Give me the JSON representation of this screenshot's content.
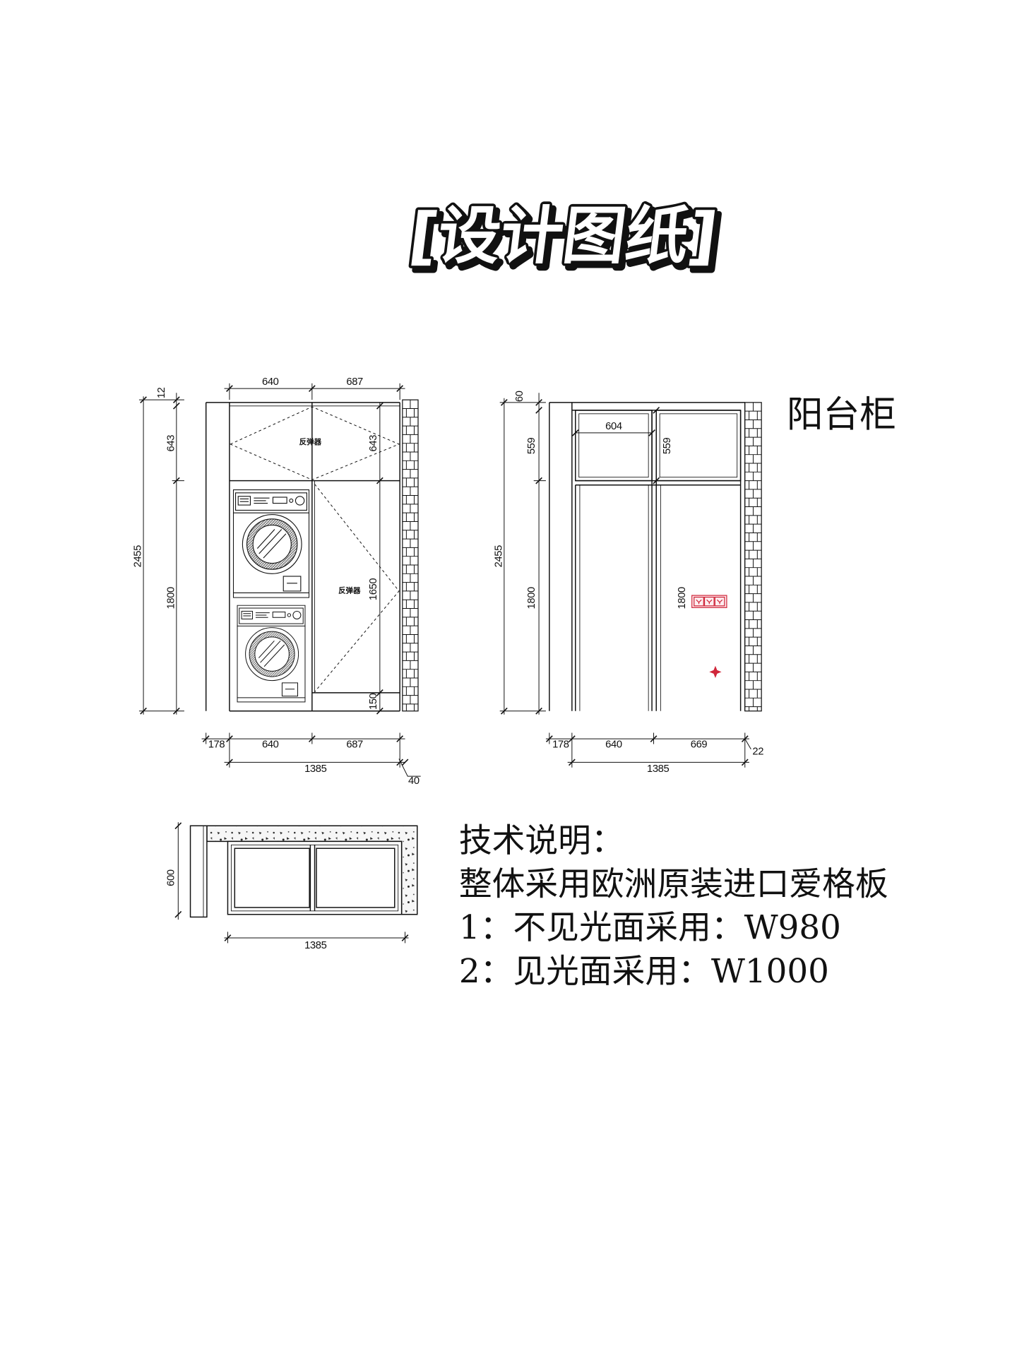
{
  "title": "[设计图纸]",
  "cabinet_label": "阳台柜",
  "front_elevation": {
    "top_widths": [
      "640",
      "687"
    ],
    "total_height": "2455",
    "top_gap": "12",
    "upper_height": "643",
    "lower_height": "1800",
    "upper_door_height": "643",
    "upper_door_label": "反弹器",
    "lower_door_label": "反弹器",
    "lower_door_height": "1650",
    "plinth_height": "150",
    "bottom_widths": [
      "178",
      "640",
      "687"
    ],
    "overall_width": "1385",
    "side_gap": "40"
  },
  "side_elevation": {
    "top_band": "60",
    "upper_left_width": "604",
    "upper_height_left": "559",
    "upper_height_inner": "559",
    "total_height": "2455",
    "lower_height_left": "1800",
    "lower_height_inner": "1800",
    "bottom_widths": [
      "178",
      "640",
      "669"
    ],
    "side_gap": "22",
    "overall_width": "1385"
  },
  "plan_view": {
    "depth": "600",
    "width": "1385"
  },
  "notes": {
    "heading": "技术说明：",
    "lines": [
      "整体采用欧洲原装进口爱格板",
      "1：不见光面采用：W980",
      "2：见光面采用：W1000"
    ]
  },
  "icons": {
    "washer": "washing-machine-icon",
    "socket": "power-socket-icon",
    "marker": "star-marker-icon",
    "wall": "brick-wall-icon"
  },
  "colors": {
    "ink": "#111111",
    "socket": "#d0263a",
    "background": "#ffffff"
  }
}
